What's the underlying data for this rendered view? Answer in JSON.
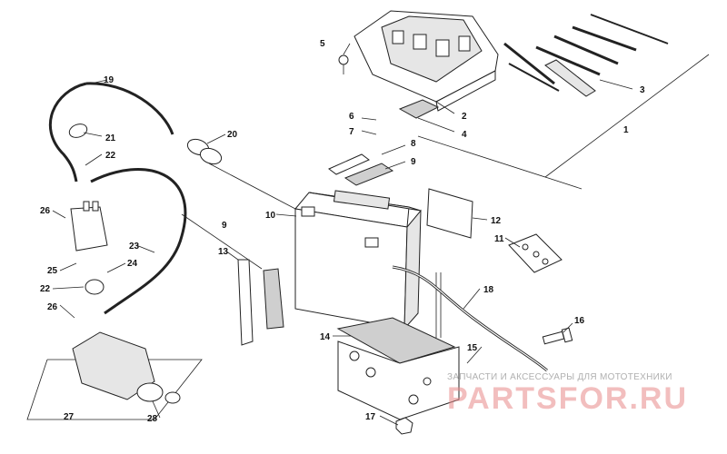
{
  "callouts": [
    {
      "id": "c1",
      "text": "1"
    },
    {
      "id": "c2",
      "text": "2"
    },
    {
      "id": "c3",
      "text": "3"
    },
    {
      "id": "c4",
      "text": "4"
    },
    {
      "id": "c5",
      "text": "5"
    },
    {
      "id": "c6",
      "text": "6"
    },
    {
      "id": "c7",
      "text": "7"
    },
    {
      "id": "c8",
      "text": "8"
    },
    {
      "id": "c9a",
      "text": "9"
    },
    {
      "id": "c9b",
      "text": "9"
    },
    {
      "id": "c10",
      "text": "10"
    },
    {
      "id": "c11",
      "text": "11"
    },
    {
      "id": "c12",
      "text": "12"
    },
    {
      "id": "c13",
      "text": "13"
    },
    {
      "id": "c14",
      "text": "14"
    },
    {
      "id": "c15",
      "text": "15"
    },
    {
      "id": "c16",
      "text": "16"
    },
    {
      "id": "c17",
      "text": "17"
    },
    {
      "id": "c18",
      "text": "18"
    },
    {
      "id": "c19",
      "text": "19"
    },
    {
      "id": "c20",
      "text": "20"
    },
    {
      "id": "c21",
      "text": "21"
    },
    {
      "id": "c22a",
      "text": "22"
    },
    {
      "id": "c22b",
      "text": "22"
    },
    {
      "id": "c23",
      "text": "23"
    },
    {
      "id": "c24",
      "text": "24"
    },
    {
      "id": "c25",
      "text": "25"
    },
    {
      "id": "c26a",
      "text": "26"
    },
    {
      "id": "c26b",
      "text": "26"
    },
    {
      "id": "c27",
      "text": "27"
    },
    {
      "id": "c28",
      "text": "28"
    }
  ],
  "watermark": {
    "subtitle": "ЗАПЧАСТИ И АКСЕССУАРЫ ДЛЯ МОТОТЕХНИКИ",
    "brand": "PARTSFOR.RU",
    "color": "#e88a8a"
  }
}
